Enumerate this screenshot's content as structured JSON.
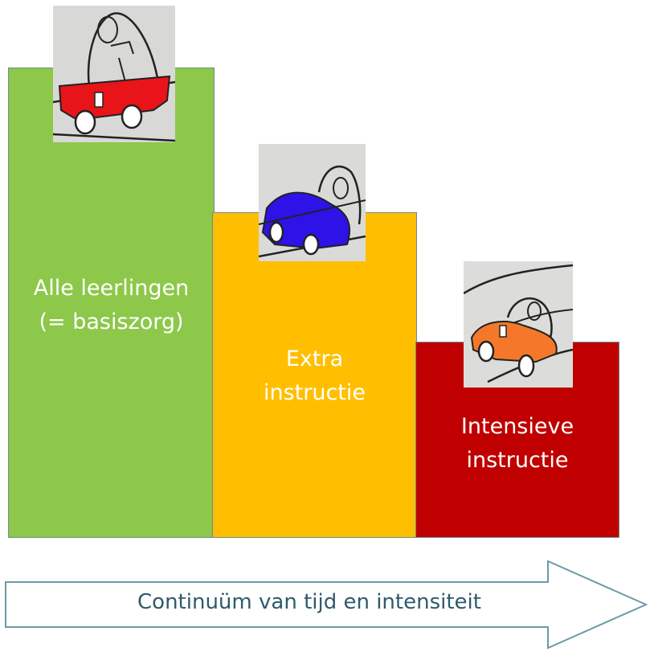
{
  "blocks": [
    {
      "line1": "Alle leerlingen",
      "line2": "(= basiszorg)",
      "color": "#8dc84a"
    },
    {
      "line1": "Extra",
      "line2": "instructie",
      "color": "#ffbf00"
    },
    {
      "line1": "Intensieve",
      "line2": "instructie",
      "color": "#c00000"
    }
  ],
  "cars": [
    {
      "icon": "red-car-drawing-icon",
      "color": "#e8141a"
    },
    {
      "icon": "blue-car-drawing-icon",
      "color": "#2e12e8"
    },
    {
      "icon": "orange-car-drawing-icon",
      "color": "#f5782a"
    }
  ],
  "arrow": {
    "label": "Continuüm van tijd en intensiteit",
    "color": "#2f5b6b"
  }
}
